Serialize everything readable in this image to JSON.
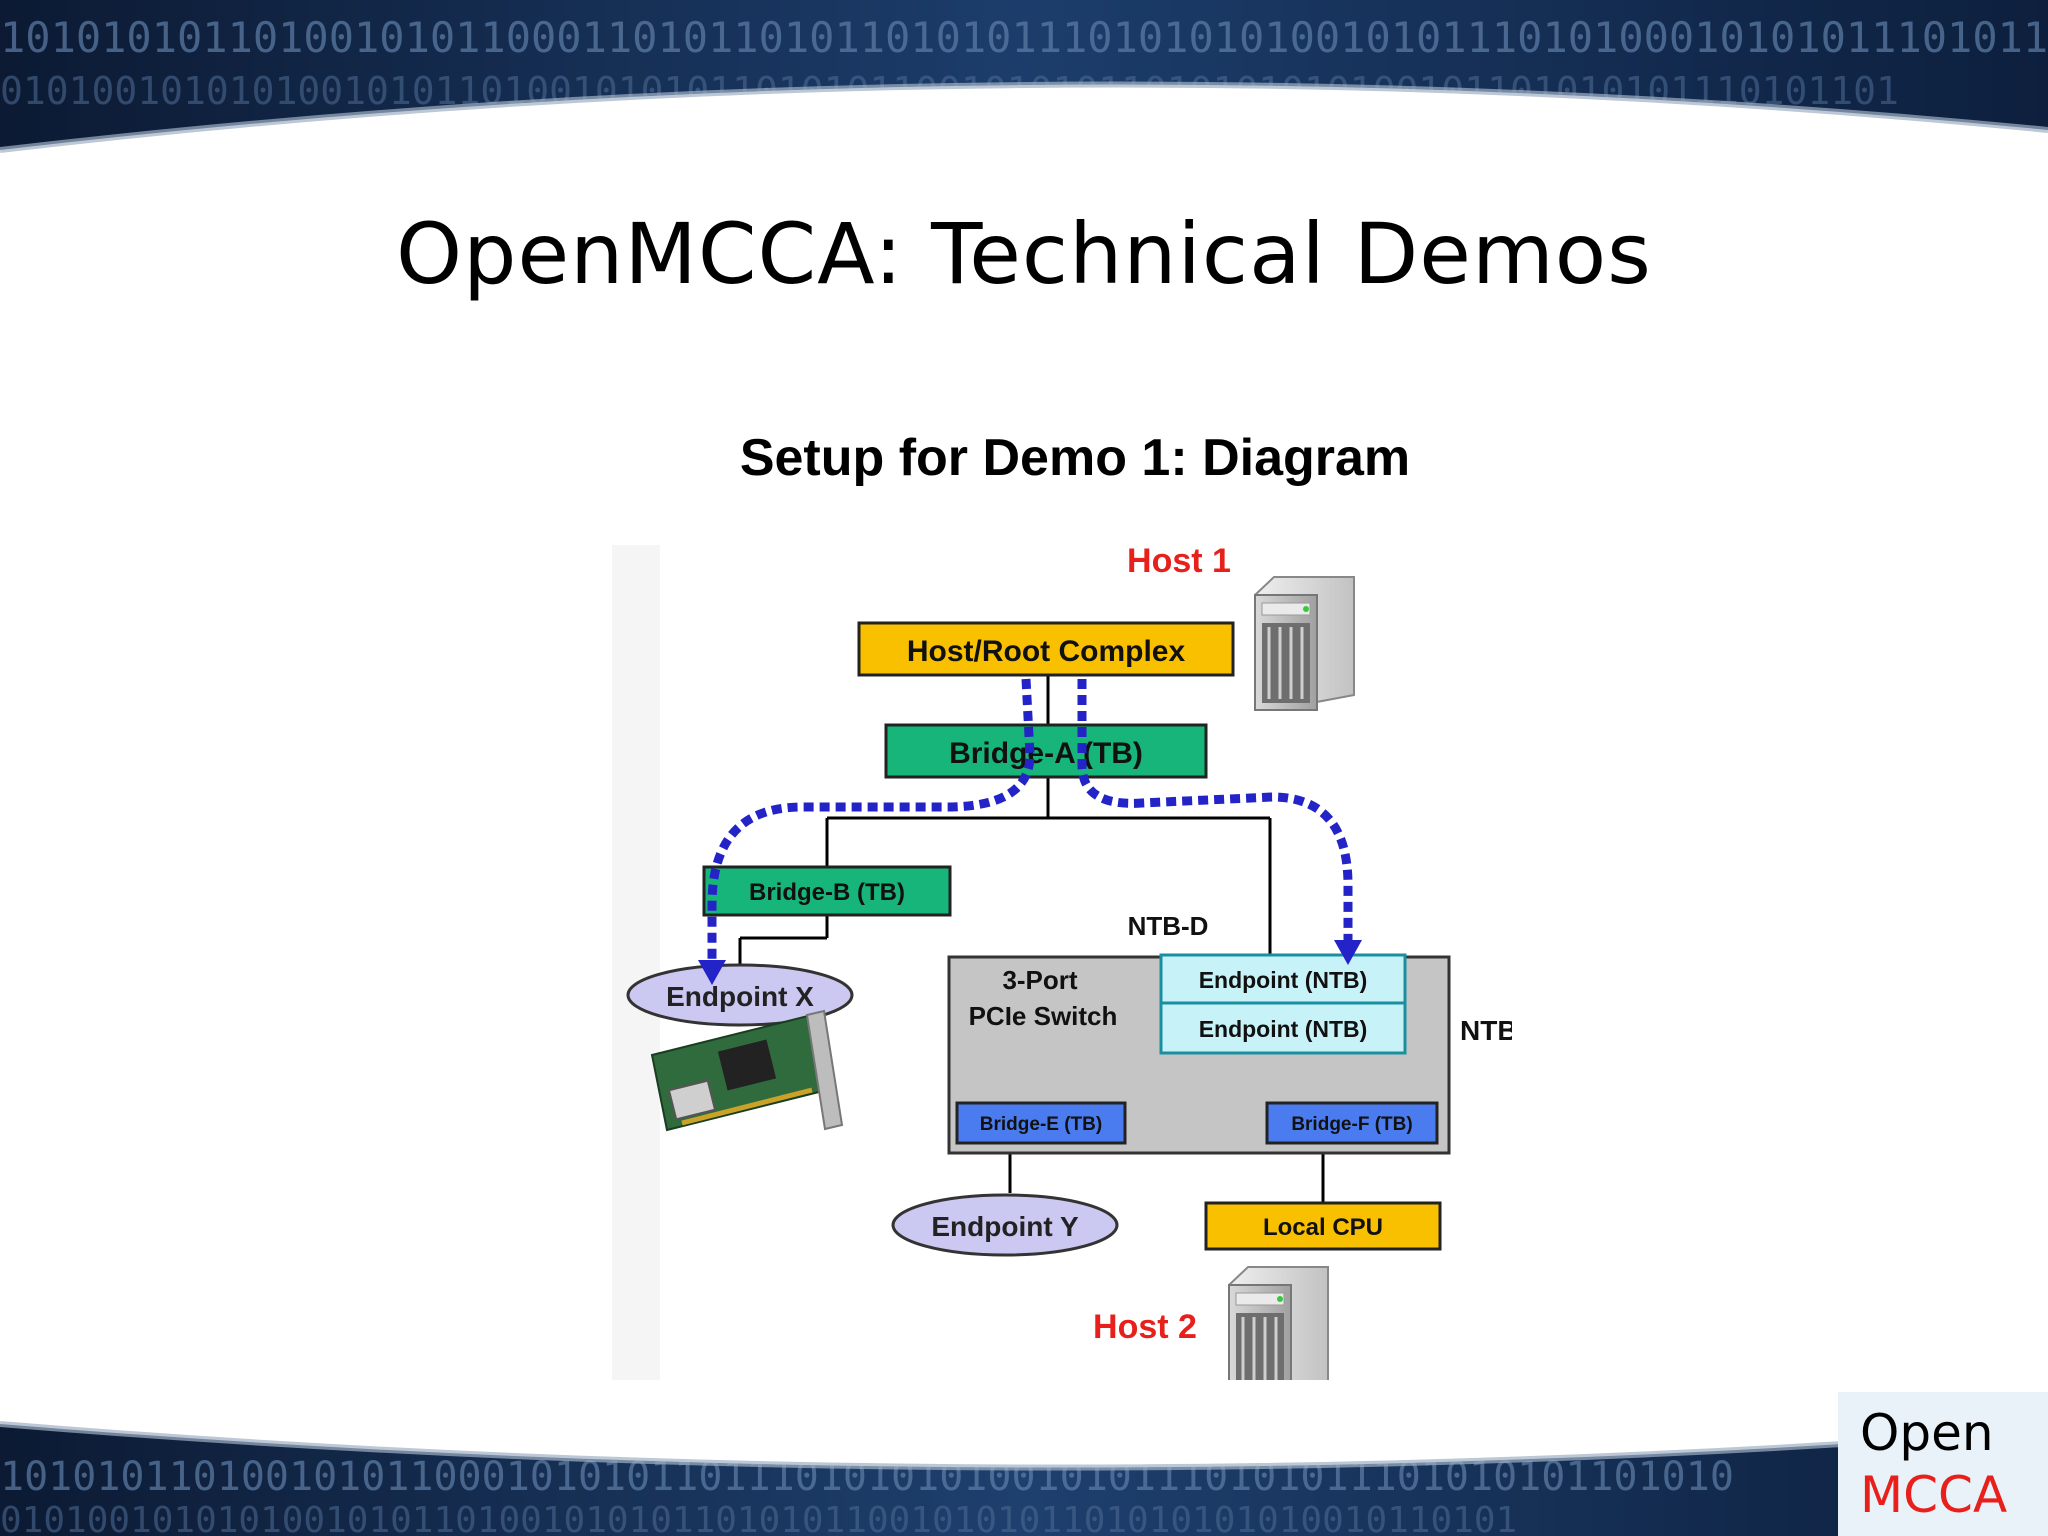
{
  "slide": {
    "title": "OpenMCCA: Technical Demos",
    "subtitle": "Setup for Demo 1: Diagram"
  },
  "diagram": {
    "host1_label": "Host 1",
    "host2_label": "Host 2",
    "host_root_complex": "Host/Root Complex",
    "bridge_a": "Bridge-A (TB)",
    "bridge_b": "Bridge-B (TB)",
    "endpoint_x": "Endpoint X",
    "ntb_d": "NTB-D",
    "ntb_e": "NTB-E",
    "switch_label_line1": "3-Port",
    "switch_label_line2": "PCIe Switch",
    "endpoint_ntb_1": "Endpoint (NTB)",
    "endpoint_ntb_2": "Endpoint (NTB)",
    "bridge_e": "Bridge-E (TB)",
    "bridge_f": "Bridge-F (TB)",
    "endpoint_y": "Endpoint Y",
    "local_cpu": "Local CPU",
    "colors": {
      "host_label_red": "#e8201b",
      "yellow_box": "#f9c000",
      "green_box": "#17b57a",
      "blue_box": "#4a7cf0",
      "cyan_box": "#c7f3f8",
      "switch_gray": "#c5c5c5",
      "ellipse_lavender": "#cbc8f2",
      "dash_blue": "#2323c8"
    },
    "icons": [
      "server-tower-icon",
      "network-card-icon"
    ]
  },
  "logo": {
    "line1": "Open",
    "line2": "MCCA"
  }
}
